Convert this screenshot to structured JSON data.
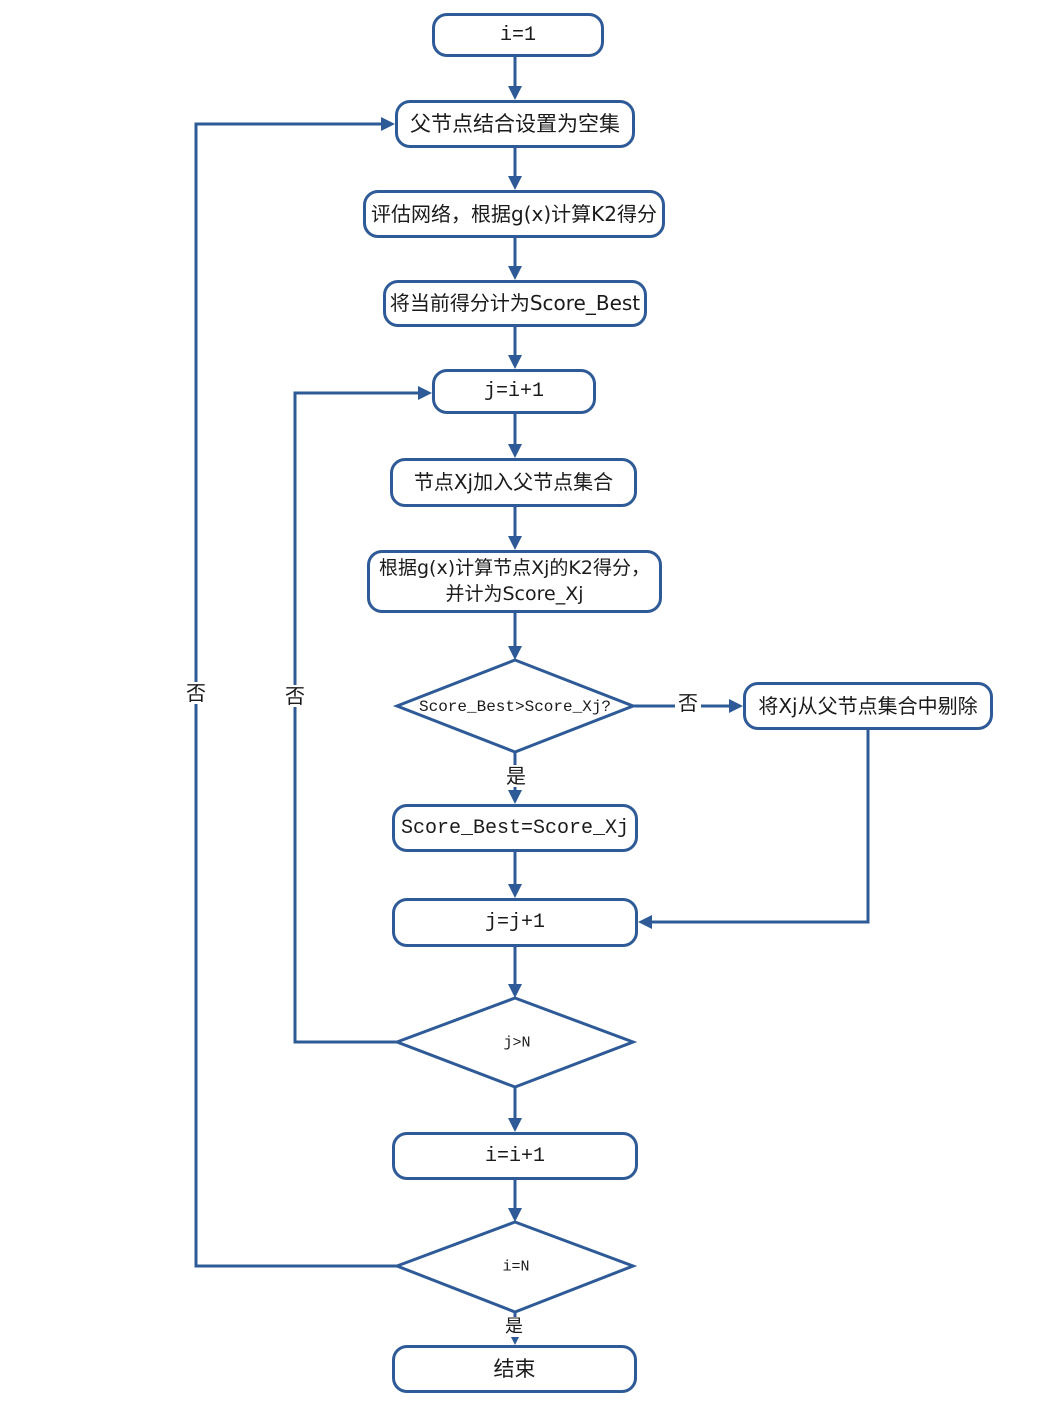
{
  "diagram": {
    "title": "K2 algorithm flowchart",
    "colors": {
      "stroke": "#2E5B97",
      "text": "#1B1B1B",
      "background": "#FFFFFF"
    },
    "nodes": [
      {
        "id": "init-i",
        "type": "rounded-rect",
        "label": "i=1"
      },
      {
        "id": "clear-parent-set",
        "type": "rounded-rect",
        "label": "父节点结合设置为空集"
      },
      {
        "id": "evaluate-network",
        "type": "rounded-rect",
        "label": "评估网络，根据g(x)计算K2得分"
      },
      {
        "id": "set-score-best",
        "type": "rounded-rect",
        "label": "将当前得分计为Score_Best"
      },
      {
        "id": "init-j",
        "type": "rounded-rect",
        "label": "j=i+1"
      },
      {
        "id": "add-xj-to-parents",
        "type": "rounded-rect",
        "label": "节点Xj加入父节点集合"
      },
      {
        "id": "compute-score-xj",
        "type": "rounded-rect",
        "label": "根据g(x)计算节点Xj的K2得分，\n并计为Score_Xj"
      },
      {
        "id": "decision-score",
        "type": "diamond",
        "label": "Score_Best>Score_Xj?"
      },
      {
        "id": "remove-xj",
        "type": "rounded-rect",
        "label": "将Xj从父节点集合中剔除"
      },
      {
        "id": "update-score-best",
        "type": "rounded-rect",
        "label": "Score_Best=Score_Xj"
      },
      {
        "id": "increment-j",
        "type": "rounded-rect",
        "label": "j=j+1"
      },
      {
        "id": "decision-j",
        "type": "diamond",
        "label": "j>N"
      },
      {
        "id": "increment-i",
        "type": "rounded-rect",
        "label": "i=i+1"
      },
      {
        "id": "decision-i",
        "type": "diamond",
        "label": "i=N"
      },
      {
        "id": "end",
        "type": "rounded-rect",
        "label": "结束"
      }
    ],
    "edge_labels": {
      "yes": "是",
      "no": "否"
    }
  }
}
